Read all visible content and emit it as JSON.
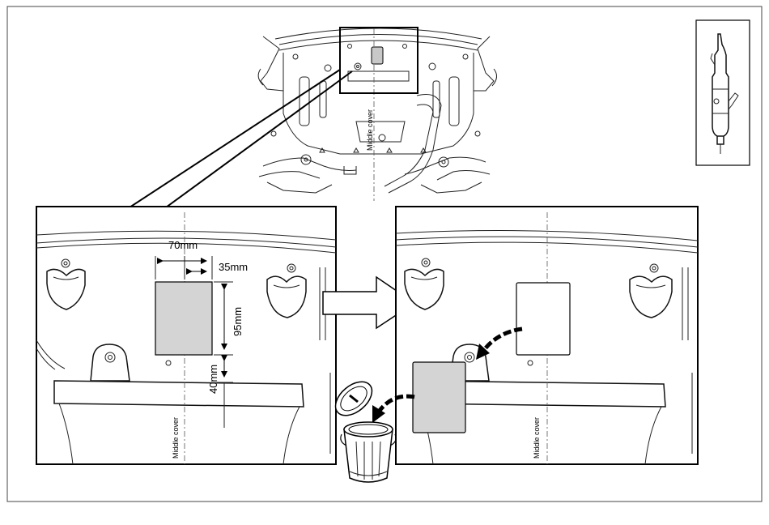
{
  "labels": {
    "width": "70mm",
    "half_width": "35mm",
    "height": "95mm",
    "offset": "40mm",
    "middle_cover_top": "Middle cover",
    "middle_cover_left": "Middle cover",
    "middle_cover_right": "Middle cover"
  },
  "icons": [
    "air-cutter-tool-icon",
    "trash-bin-icon",
    "right-arrow-icon"
  ],
  "colors": {
    "panel_fill": "#d4d4d4",
    "line": "#000000"
  }
}
